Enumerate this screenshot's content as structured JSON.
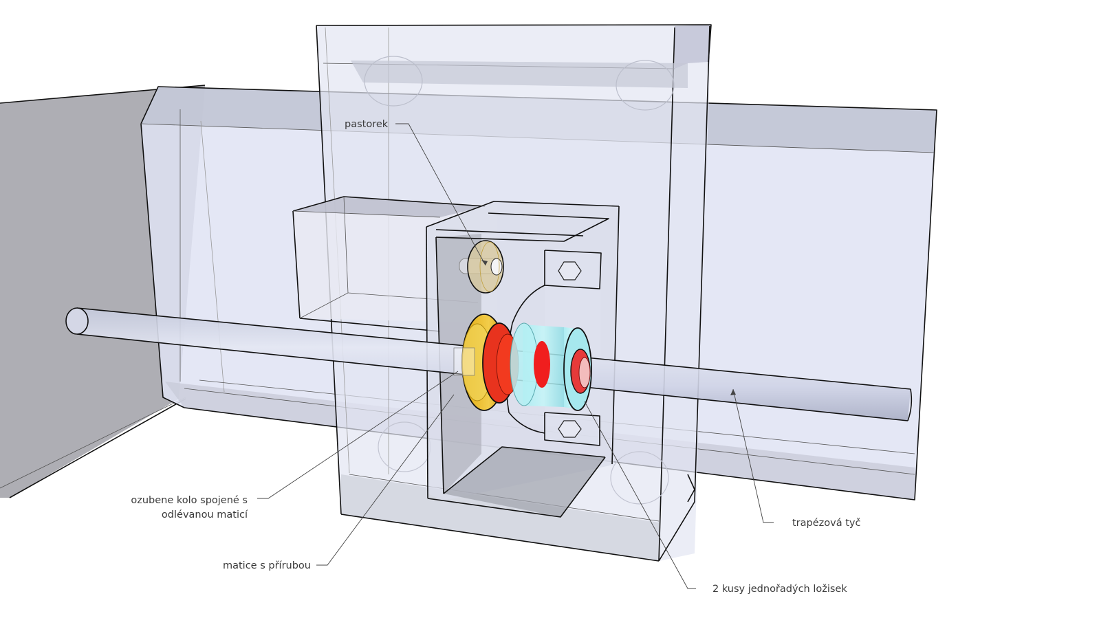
{
  "figure": {
    "title": "Trapezoidal screw drive assembly (transparent 3D view)",
    "colors": {
      "background": "#ffffff",
      "glass": "#dfe3f3",
      "frame_grey": "#aeaeb4",
      "pinion": "#d8c89a",
      "gear_nut": "#e8b830",
      "flange_nut": "#e82a1a",
      "bearing": "#9ee6ec",
      "rod": "#d2d7ea",
      "edge": "#111111",
      "label_text": "#3a3a3a"
    },
    "labels": {
      "pinion": "pastorek",
      "gear_line1": "ozubene kolo spojené s",
      "gear_line2": "odlévanou maticí",
      "flange_nut": "matice s přírubou",
      "bearings": "2 kusy jednořadých ložisek",
      "rod": "trapézová tyč"
    }
  }
}
